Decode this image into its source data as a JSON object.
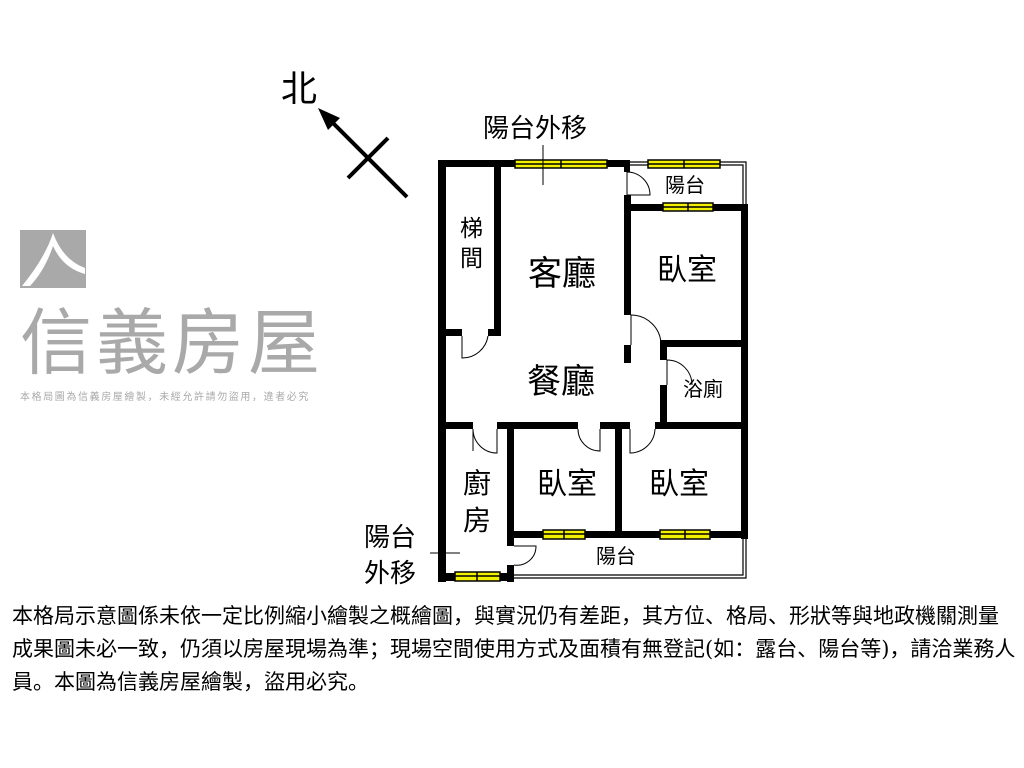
{
  "compass": {
    "north_label": "北"
  },
  "rooms": {
    "stairwell": [
      "梯",
      "間"
    ],
    "living_room": "客廳",
    "dining_room": "餐廳",
    "bedroom_top": "臥室",
    "bathroom": "浴廁",
    "bedroom_bottom_left": "臥室",
    "bedroom_bottom_right": "臥室",
    "kitchen": [
      "廚",
      "房"
    ],
    "balcony_top": "陽台",
    "balcony_bottom": "陽台"
  },
  "annotations": {
    "balcony_moved_top": "陽台外移",
    "balcony_moved_left": [
      "陽台",
      "外移"
    ]
  },
  "watermark": {
    "brand": "信義房屋",
    "notice": "本格局圖為信義房屋繪製，未經允許請勿盜用，違者必究"
  },
  "colors": {
    "wall": "#000000",
    "window": "#f0f000",
    "watermark": "#a9a9a9"
  },
  "disclaimer": "本格局示意圖係未依一定比例縮小繪製之概繪圖，與實況仍有差距，其方位、格局、形狀等與地政機關測量成果圖未必一致，仍須以房屋現場為準；現場空間使用方式及面積有無登記(如：露台、陽台等)，請洽業務人員。本圖為信義房屋繪製，盜用必究。"
}
